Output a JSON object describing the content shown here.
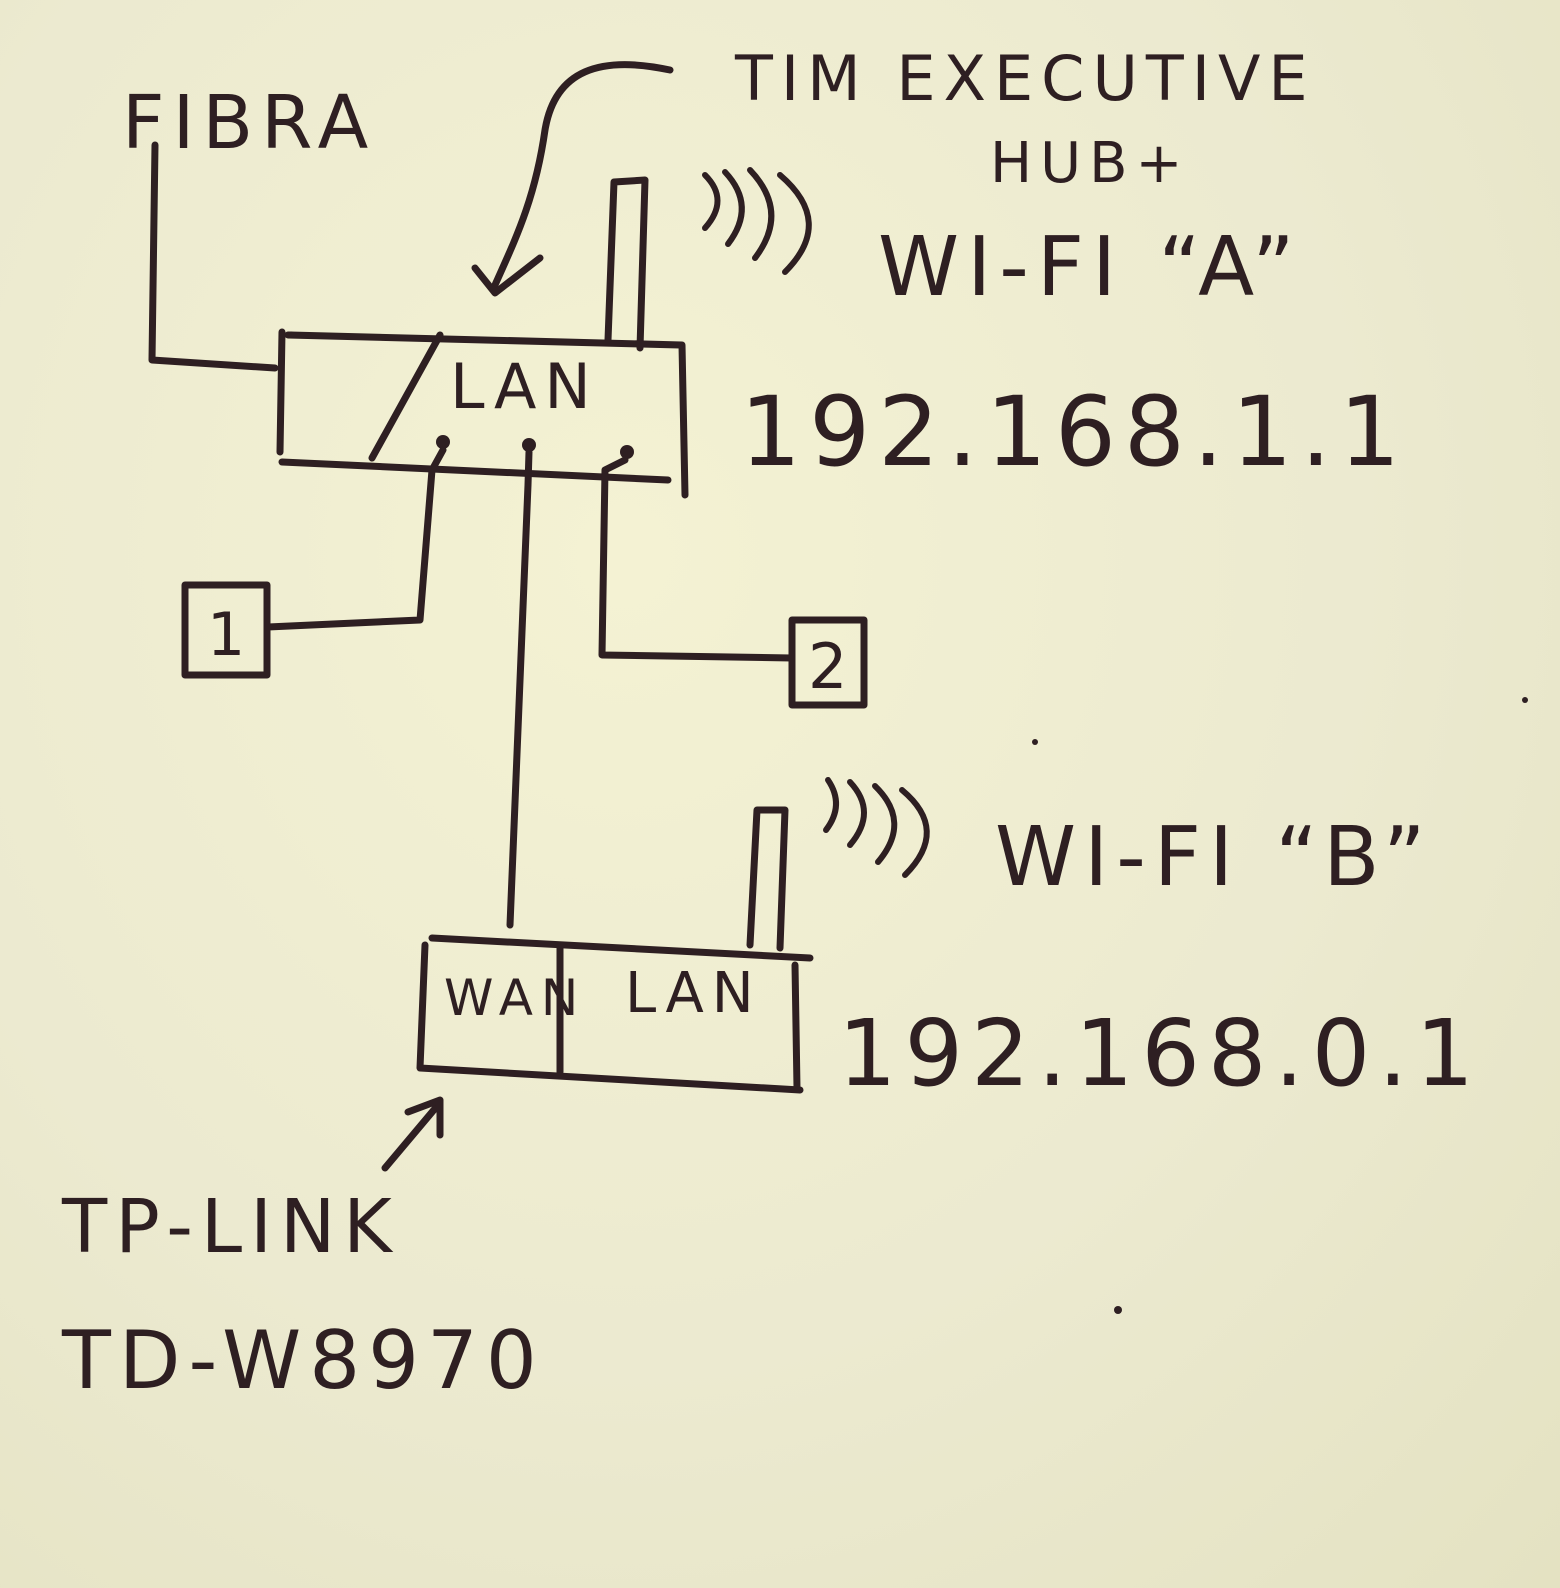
{
  "labels": {
    "fibra": "FIBRA",
    "hub_name_line1": "TIM EXECUTIVE",
    "hub_name_line2": "HUB+",
    "wifi_a": "WI-FI “A”",
    "hub_port": "LAN",
    "hub_ip": "192.168.1.1",
    "device_1": "1",
    "device_2": "2",
    "wifi_b": "WI-FI “B”",
    "tplink_wan": "WAN",
    "tplink_lan": "LAN",
    "tplink_ip": "192.168.0.1",
    "tplink_line1": "TP-LINK",
    "tplink_line2": "TD-W8970"
  },
  "colors": {
    "ink": "#2e1f22",
    "paper": "#efedca"
  }
}
